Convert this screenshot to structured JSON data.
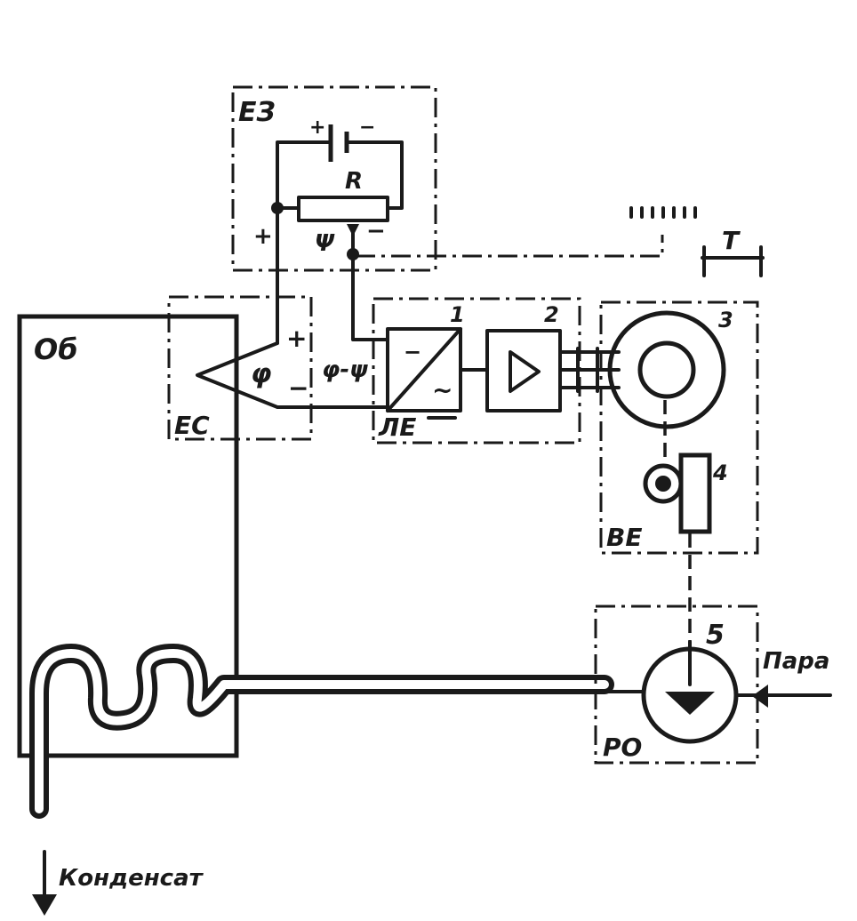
{
  "labels": {
    "ez": "ЕЗ",
    "r": "R",
    "psi": "Ψ",
    "ob": "Об",
    "ec": "ЕС",
    "phi": "φ",
    "phi_minus_psi": "φ-ψ",
    "le": "ЛЕ",
    "ve": "ВЕ",
    "ro": "РО",
    "block1": "1",
    "block2": "2",
    "block3": "3",
    "block4": "4",
    "block5": "5",
    "steam": "Пара",
    "condensate": "Конденсат",
    "t": "T",
    "plus": "+",
    "minus": "−"
  },
  "colors": {
    "ink": "#1a1a1a",
    "paper": "#ffffff"
  }
}
